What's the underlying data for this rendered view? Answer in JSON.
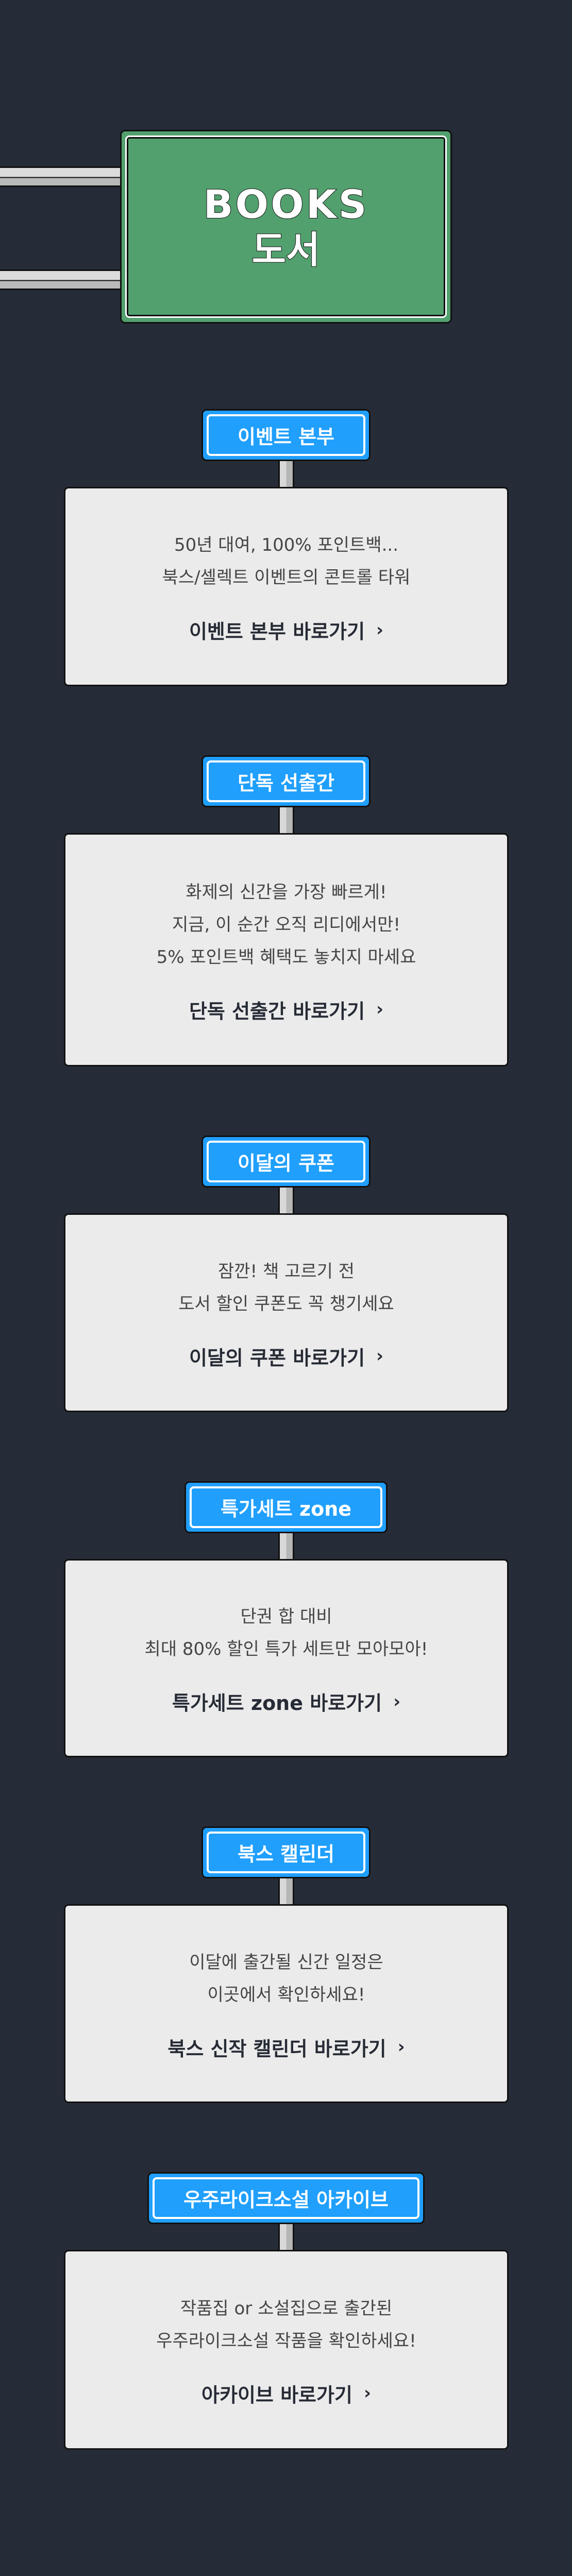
{
  "header": {
    "title_en": "BOOKS",
    "title_ko": "도서",
    "sign_color": "#52a06e"
  },
  "colors": {
    "background": "#262c37",
    "sign_blue": "#209ffc",
    "card_bg": "#ebebeb"
  },
  "sections": [
    {
      "sign": "이벤트 본부",
      "lines": [
        "50년 대여, 100% 포인트백...",
        "북스/셀렉트 이벤트의 콘트롤 타워"
      ],
      "link": "이벤트 본부 바로가기",
      "icon": "chevron-right"
    },
    {
      "sign": "단독 선출간",
      "lines": [
        "화제의 신간을 가장 빠르게!",
        "지금, 이 순간 오직 리디에서만!",
        "5% 포인트백 혜택도 놓치지 마세요"
      ],
      "link": "단독 선출간 바로가기",
      "icon": "chevron-right"
    },
    {
      "sign": "이달의 쿠폰",
      "lines": [
        "잠깐! 책 고르기 전",
        "도서 할인 쿠폰도 꼭 챙기세요"
      ],
      "link": "이달의 쿠폰 바로가기",
      "icon": "chevron-right"
    },
    {
      "sign": "특가세트 zone",
      "lines": [
        "단권 합 대비",
        "최대 80% 할인 특가 세트만 모아모아!"
      ],
      "link": "특가세트 zone 바로가기",
      "icon": "chevron-right"
    },
    {
      "sign": "북스 캘린더",
      "lines": [
        "이달에 출간될 신간 일정은",
        "이곳에서 확인하세요!"
      ],
      "link": "북스 신작 캘린더 바로가기",
      "icon": "chevron-right"
    },
    {
      "sign": "우주라이크소설 아카이브",
      "lines": [
        "작품집 or 소설집으로 출간된",
        "우주라이크소설 작품을 확인하세요!"
      ],
      "link": "아카이브 바로가기",
      "icon": "chevron-right"
    }
  ]
}
